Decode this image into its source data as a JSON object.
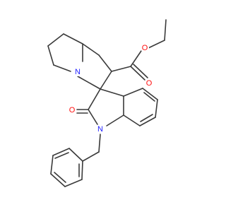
{
  "molecule": {
    "atoms": [
      {
        "id": "n_ring",
        "label": "N",
        "color": "#1f1fff"
      },
      {
        "id": "n_lactam",
        "label": "N",
        "color": "#1f1fff"
      },
      {
        "id": "o_lactam",
        "label": "O",
        "color": "#ff0d0d"
      },
      {
        "id": "o_carbonyl",
        "label": "O",
        "color": "#ff0d0d"
      },
      {
        "id": "o_ester",
        "label": "O",
        "color": "#ff0d0d"
      }
    ],
    "bond_color": "#3a3a3a"
  }
}
